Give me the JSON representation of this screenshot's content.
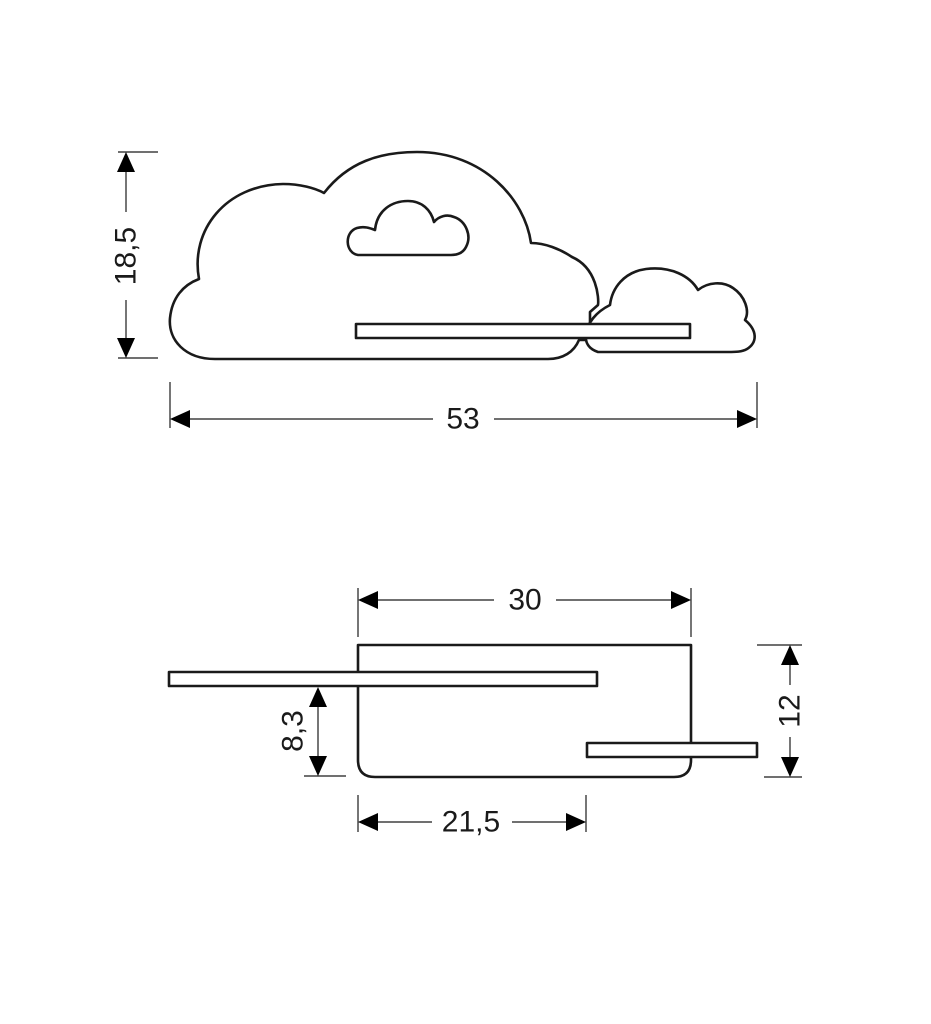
{
  "dimensions": {
    "height_front": "18,5",
    "width_total": "53",
    "width_box": "30",
    "shelf_height": "8,3",
    "width_lower": "21,5",
    "height_side": "12"
  }
}
